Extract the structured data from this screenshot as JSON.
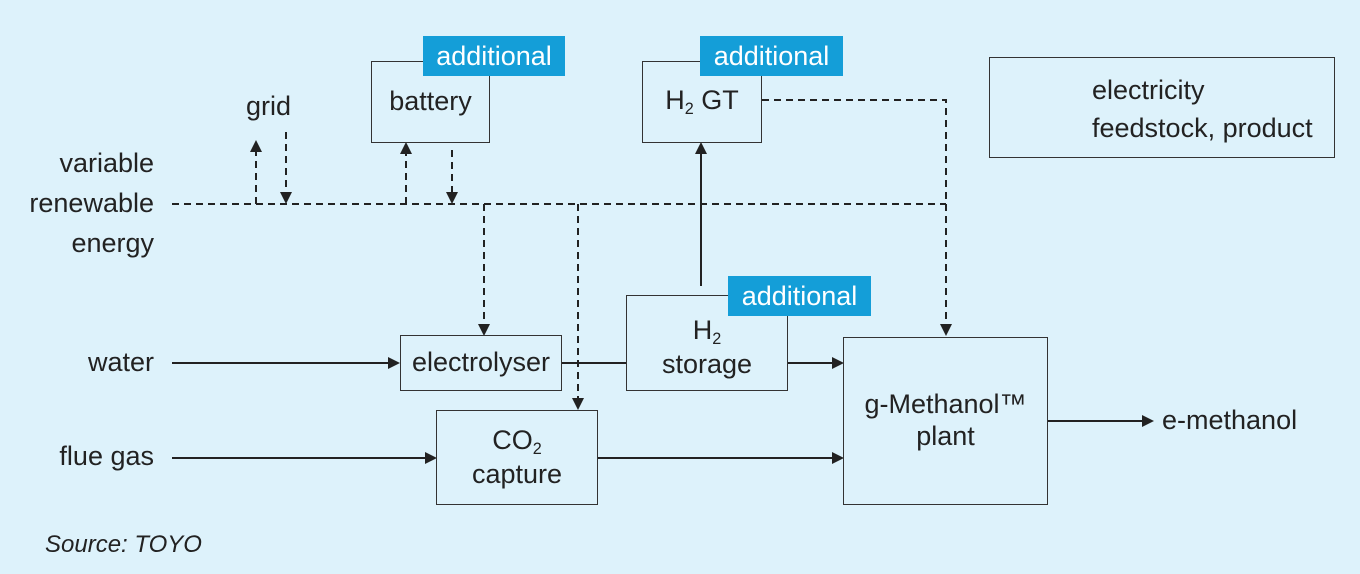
{
  "inputs": {
    "vre_line1": "variable",
    "vre_line2": "renewable",
    "vre_line3": "energy",
    "grid": "grid",
    "water": "water",
    "flue_gas": "flue gas"
  },
  "boxes": {
    "battery": "battery",
    "h2gt_h": "H",
    "h2gt_sub": "2",
    "h2gt_rest": " GT",
    "electrolyser": "electrolyser",
    "h2storage_h": "H",
    "h2storage_sub": "2",
    "h2storage_line2": "storage",
    "co2_c": "CO",
    "co2_sub": "2",
    "co2_line2": "capture",
    "plant_line1": "g-Methanol™",
    "plant_line2": "plant"
  },
  "tags": {
    "battery_tag": "additional",
    "h2gt_tag": "additional",
    "h2storage_tag": "additional"
  },
  "output": {
    "emethanol": "e-methanol"
  },
  "legend": {
    "electricity": "electricity",
    "feedstock": "feedstock, product"
  },
  "source": "Source: TOYO",
  "colors": {
    "background": "#ddf2fb",
    "tag": "#149ed8",
    "line": "#222222"
  }
}
